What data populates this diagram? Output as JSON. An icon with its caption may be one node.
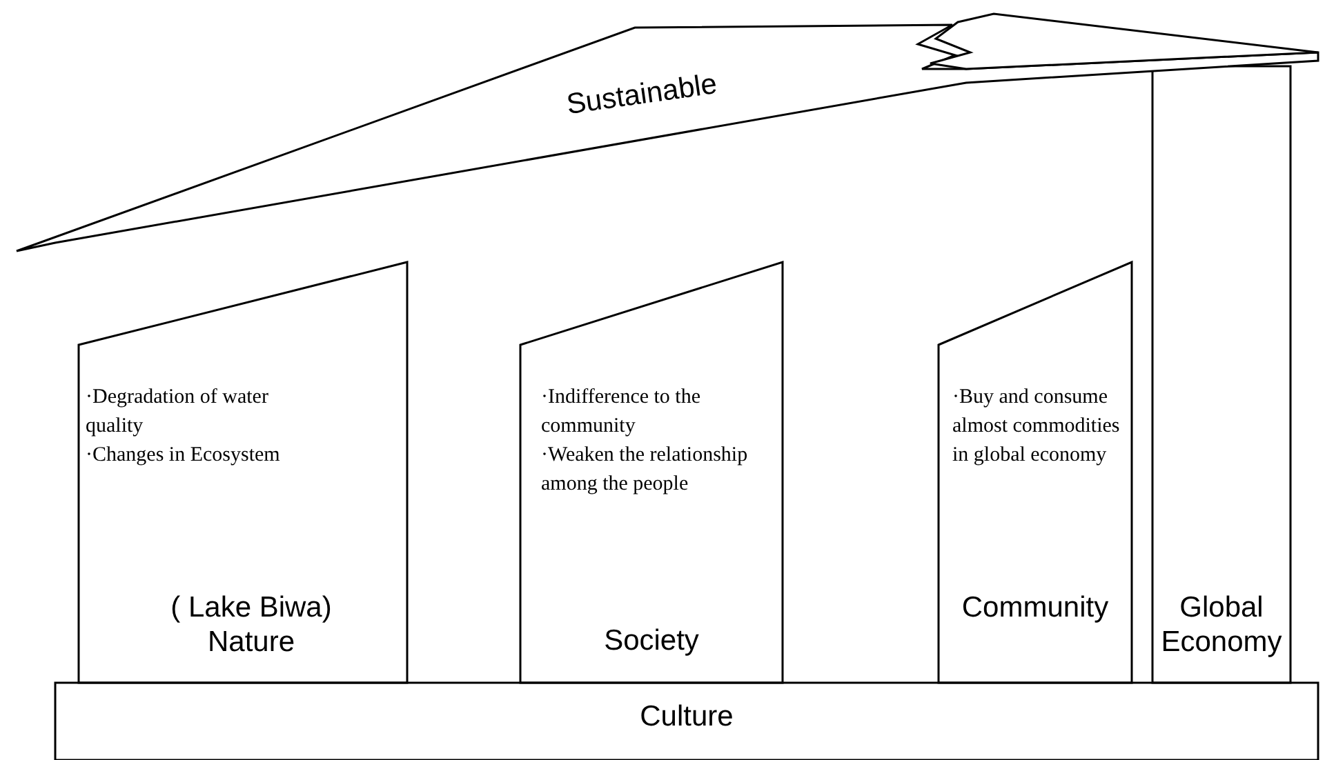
{
  "diagram": {
    "nodes": [
      {
        "text": [
          "Sustainable"
        ]
      },
      {
        "text": [
          "·Degradation of water quality",
          "·Changes in Ecosystem",
          "( Lake Biwa) Nature"
        ]
      },
      {
        "text": [
          "·Indifference to the community",
          "·Weaken the relationship among the people",
          "Society"
        ]
      },
      {
        "text": [
          "·Buy and consume almost commodities in global economy",
          "Community"
        ]
      },
      {
        "text": [
          "Global Economy"
        ]
      },
      {
        "text": [
          "Culture"
        ]
      }
    ]
  }
}
